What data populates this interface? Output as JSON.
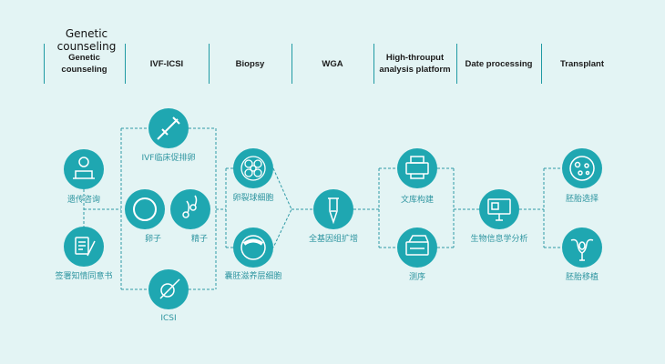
{
  "top_caption": "Genetic counseling",
  "header": {
    "steps": [
      {
        "line1": "Genetic",
        "line2": "counseling"
      },
      {
        "line1": "IVF-ICSI",
        "line2": ""
      },
      {
        "line1": "Biopsy",
        "line2": ""
      },
      {
        "line1": "WGA",
        "line2": ""
      },
      {
        "line1": "High-throuput",
        "line2": "analysis platform"
      },
      {
        "line1": "Date processing",
        "line2": ""
      },
      {
        "line1": "Transplant",
        "line2": ""
      }
    ]
  },
  "colors": {
    "node": "#1fa7b1",
    "line": "#2f9aa6",
    "header_line": "#1f9aa3",
    "background": "#e3f4f4",
    "label": "#2e95a0"
  },
  "nodes": {
    "genetic_consult": {
      "label": "遗传咨询",
      "icon": "doctor-desk-icon"
    },
    "informed_consent": {
      "label": "签署知情同意书",
      "icon": "consent-document-icon"
    },
    "ivf_stimulation": {
      "label": "IVF临床促排卵",
      "icon": "syringe-icon"
    },
    "egg": {
      "label": "卵子",
      "icon": "egg-cell-icon"
    },
    "sperm": {
      "label": "精子",
      "icon": "sperm-icon"
    },
    "icsi": {
      "label": "ICSI",
      "icon": "icsi-pipette-icon"
    },
    "blastomere": {
      "label": "卵裂球细胞",
      "icon": "cleavage-embryo-icon"
    },
    "trophectoderm": {
      "label": "囊胚滋养层细胞",
      "icon": "blastocyst-icon"
    },
    "wga": {
      "label": "全基因组扩增",
      "icon": "test-tube-icon"
    },
    "library": {
      "label": "文库构建",
      "icon": "printer-icon"
    },
    "sequencing": {
      "label": "测序",
      "icon": "sequencer-icon"
    },
    "bioinformatics": {
      "label": "生物信息学分析",
      "icon": "computer-icon"
    },
    "embryo_selection": {
      "label": "胚胎选择",
      "icon": "embryo-selection-icon"
    },
    "embryo_transfer": {
      "label": "胚胎移植",
      "icon": "uterus-icon"
    }
  }
}
